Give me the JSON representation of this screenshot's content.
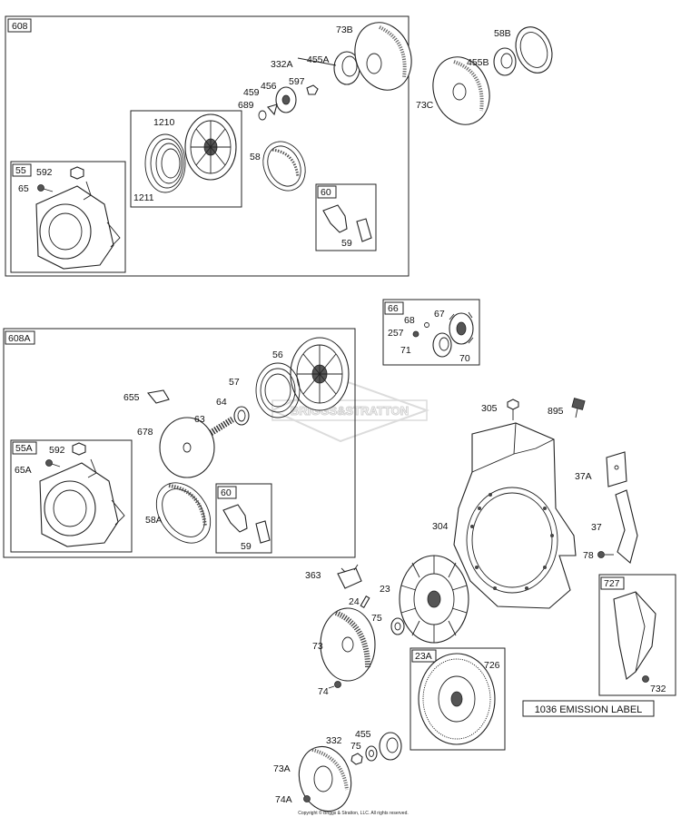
{
  "groups": {
    "g608": "608",
    "g55": "55",
    "g60a": "60",
    "g66": "66",
    "g608a": "608A",
    "g55a": "55A",
    "g60b": "60",
    "g727": "727",
    "g23a": "23A"
  },
  "labels": {
    "l73B": "73B",
    "l58B": "58B",
    "l332A": "332A",
    "l455A": "455A",
    "l455B": "455B",
    "l597": "597",
    "l456": "456",
    "l459": "459",
    "l689": "689",
    "l73C": "73C",
    "l1210": "1210",
    "l1211": "1211",
    "l58": "58",
    "l592a": "592",
    "l65": "65",
    "l59a": "59",
    "l68": "68",
    "l67": "67",
    "l257": "257",
    "l71": "71",
    "l70": "70",
    "l56": "56",
    "l655": "655",
    "l57": "57",
    "l64": "64",
    "l63": "63",
    "l678": "678",
    "l592b": "592",
    "l65A": "65A",
    "l58A": "58A",
    "l59b": "59",
    "l305": "305",
    "l895": "895",
    "l37A": "37A",
    "l37": "37",
    "l304": "304",
    "l78": "78",
    "l363": "363",
    "l23": "23",
    "l24": "24",
    "l75a": "75",
    "l73": "73",
    "l74": "74",
    "l726": "726",
    "l732": "732",
    "l332": "332",
    "l455": "455",
    "l75b": "75",
    "l73A": "73A",
    "l74A": "74A"
  },
  "emission_label": "1036 EMISSION LABEL",
  "copyright": "Copyright © Briggs & Stratton, LLC. All rights reserved.",
  "watermark": "BRIGGS&STRATTON"
}
